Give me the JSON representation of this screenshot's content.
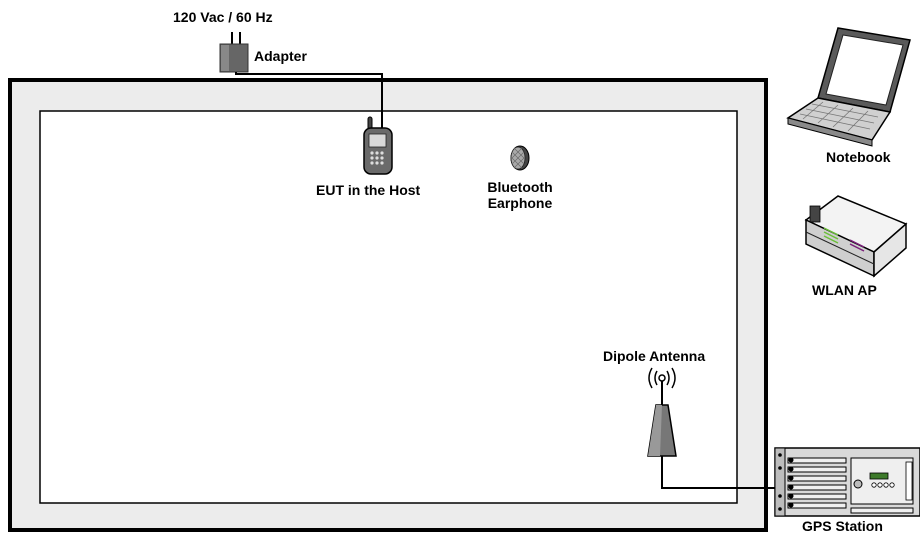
{
  "labels": {
    "power": "120 Vac / 60 Hz",
    "adapter": "Adapter",
    "eut": "EUT in the Host",
    "earphone_line1": "Bluetooth",
    "earphone_line2": "Earphone",
    "notebook": "Notebook",
    "wlan_ap": "WLAN AP",
    "dipole_antenna": "Dipole Antenna",
    "gps_station": "GPS Station"
  },
  "colors": {
    "chamber_fill": "#ececec",
    "chamber_border": "#000000",
    "inner_fill": "#ffffff",
    "device_dark": "#555555",
    "device_light": "#d9d9d9",
    "ap_green": "#6bbf3a",
    "ap_purple": "#7a1f7a"
  },
  "icons": [
    "plug-icon",
    "adapter-icon",
    "phone-icon",
    "earphone-icon",
    "laptop-icon",
    "router-icon",
    "antenna-icon",
    "gps-station-icon"
  ]
}
